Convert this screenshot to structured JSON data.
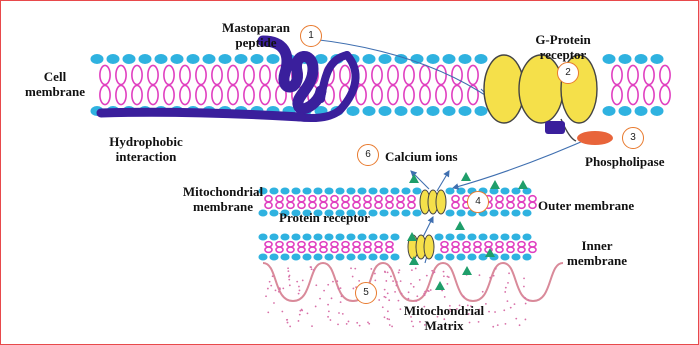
{
  "labels": {
    "mastoparan": "Mastoparan\npeptide",
    "g_protein": "G-Protein\nreceptor",
    "cell_membrane": "Cell\nmembrane",
    "hydrophobic": "Hydrophobic\ninteraction",
    "calcium_ions": "Calcium ions",
    "phospholipase": "Phospholipase",
    "mito_membrane": "Mitochondrial\nmembrane",
    "outer_membrane": "Outer membrane",
    "protein_receptor": "Protein receptor",
    "inner_membrane": "Inner\nmembrane",
    "mito_matrix": "Mitochondrial\nMatrix"
  },
  "markers": [
    "1",
    "2",
    "3",
    "4",
    "5",
    "6"
  ],
  "colors": {
    "frame": "#e8494b",
    "lipid_head": "#2fb2e0",
    "lipid_tail": "#e040c0",
    "peptide": "#3a1f9c",
    "receptor": "#f5e04a",
    "phospholipase": "#e8643a",
    "ions": "#1f9e6a",
    "matrix": "#f3c6cf"
  }
}
